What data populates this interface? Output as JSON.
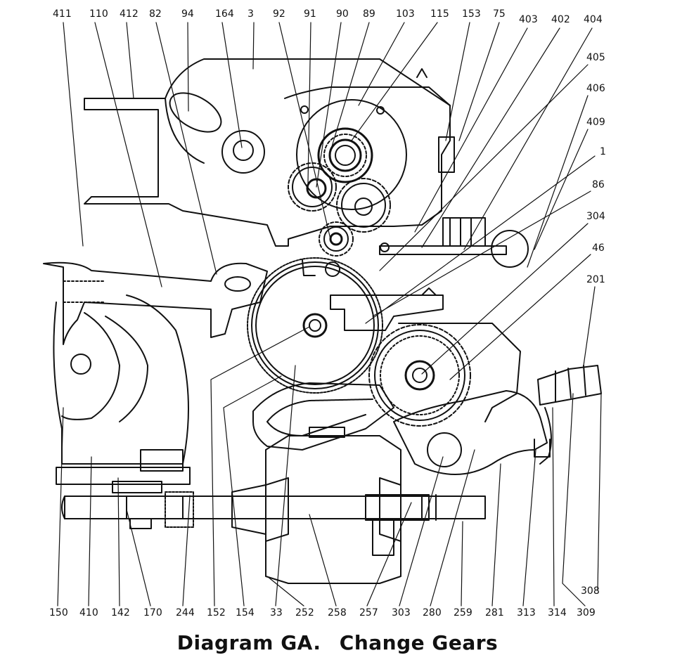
{
  "figure": {
    "caption_id": "Diagram GA.",
    "caption_title": "Change Gears"
  },
  "callouts_top": [
    "411",
    "110",
    "412",
    "82",
    "94",
    "164",
    "3",
    "92",
    "91",
    "90",
    "89",
    "103",
    "115",
    "153",
    "75",
    "403",
    "402",
    "404"
  ],
  "callouts_right": [
    "405",
    "406",
    "409",
    "1",
    "86",
    "304",
    "46",
    "201"
  ],
  "callouts_bottom": [
    "150",
    "410",
    "142",
    "170",
    "244",
    "152",
    "154",
    "33",
    "252",
    "258",
    "257",
    "303",
    "280",
    "259",
    "281",
    "313",
    "314",
    "309"
  ],
  "callout_308": "308"
}
